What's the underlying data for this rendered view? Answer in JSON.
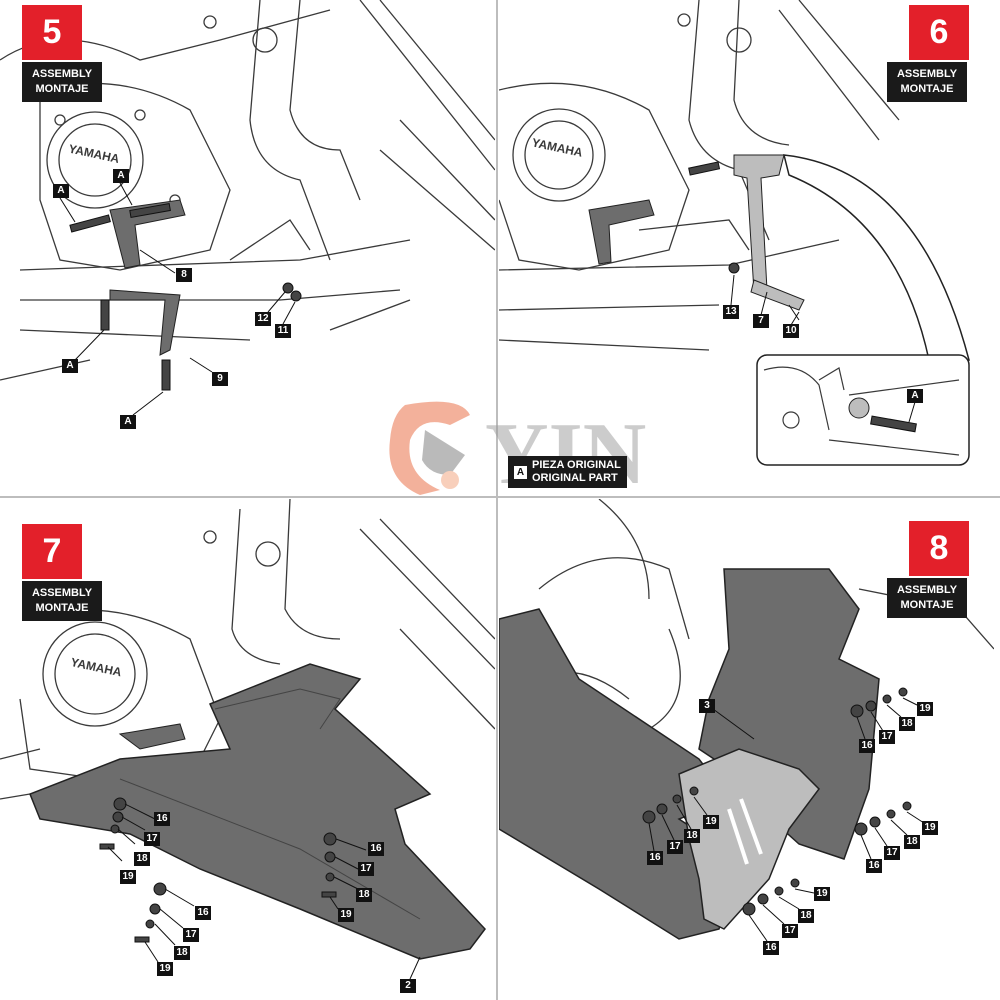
{
  "colors": {
    "step_red": "#e3202a",
    "label_black": "#111111",
    "part_gray": "#6d6d6d",
    "bracket_gray": "#bdbdbd",
    "line": "#3a3a3a"
  },
  "panels": [
    {
      "step": "5",
      "assembly": "ASSEMBLY",
      "montaje": "MONTAJE",
      "brand": "YAMAHA",
      "labels": [
        "A",
        "A",
        "8",
        "12",
        "11",
        "A",
        "9",
        "A"
      ]
    },
    {
      "step": "6",
      "assembly": "ASSEMBLY",
      "montaje": "MONTAJE",
      "brand": "YAMAHA",
      "labels": [
        "13",
        "7",
        "10",
        "A"
      ]
    },
    {
      "step": "7",
      "assembly": "ASSEMBLY",
      "montaje": "MONTAJE",
      "brand": "YAMAHA",
      "labels": [
        "16",
        "17",
        "18",
        "19",
        "16",
        "17",
        "18",
        "19",
        "16",
        "17",
        "18",
        "19",
        "2"
      ]
    },
    {
      "step": "8",
      "assembly": "ASSEMBLY",
      "montaje": "MONTAJE",
      "labels": [
        "3",
        "16",
        "17",
        "18",
        "19",
        "16",
        "17",
        "18",
        "19",
        "16",
        "17",
        "18",
        "19",
        "16",
        "17",
        "18",
        "19"
      ]
    }
  ],
  "legend": {
    "key": "A",
    "line1": "PIEZA ORIGINAL",
    "line2": "ORIGINAL PART"
  },
  "watermark": {
    "text": "YIN"
  }
}
